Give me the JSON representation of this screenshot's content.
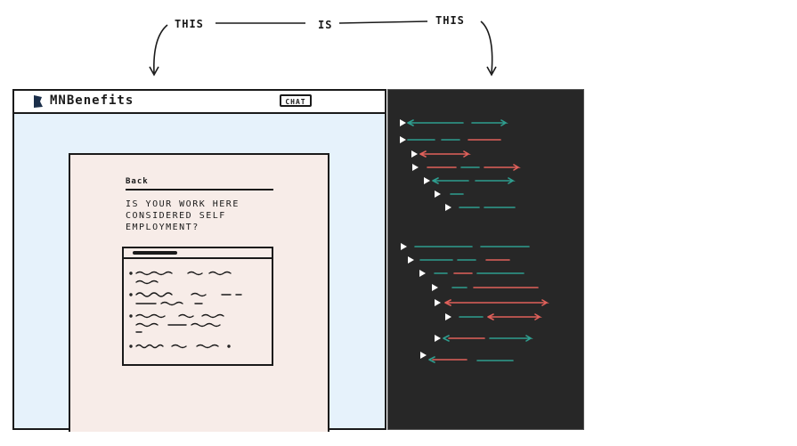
{
  "annotation": {
    "left_word": "THIS",
    "middle_word": "IS",
    "right_word": "THIS"
  },
  "browser": {
    "brand": "MNBenefits",
    "chat_button": "CHAT"
  },
  "form": {
    "back_link": "Back",
    "question": "IS YOUR WORK HERE CONSIDERED SELF EMPLOYMENT?"
  },
  "colors": {
    "page_background": "#e6f2fb",
    "card_background": "#f7ece8",
    "editor_background": "#272727",
    "teal": "#2f9e8f",
    "red": "#e0605a"
  },
  "icons": {
    "logo": "mnbenefits-logo-icon",
    "expand_triangle": "triangle-right-icon",
    "annotation_arrow": "arrow-down-icon"
  }
}
